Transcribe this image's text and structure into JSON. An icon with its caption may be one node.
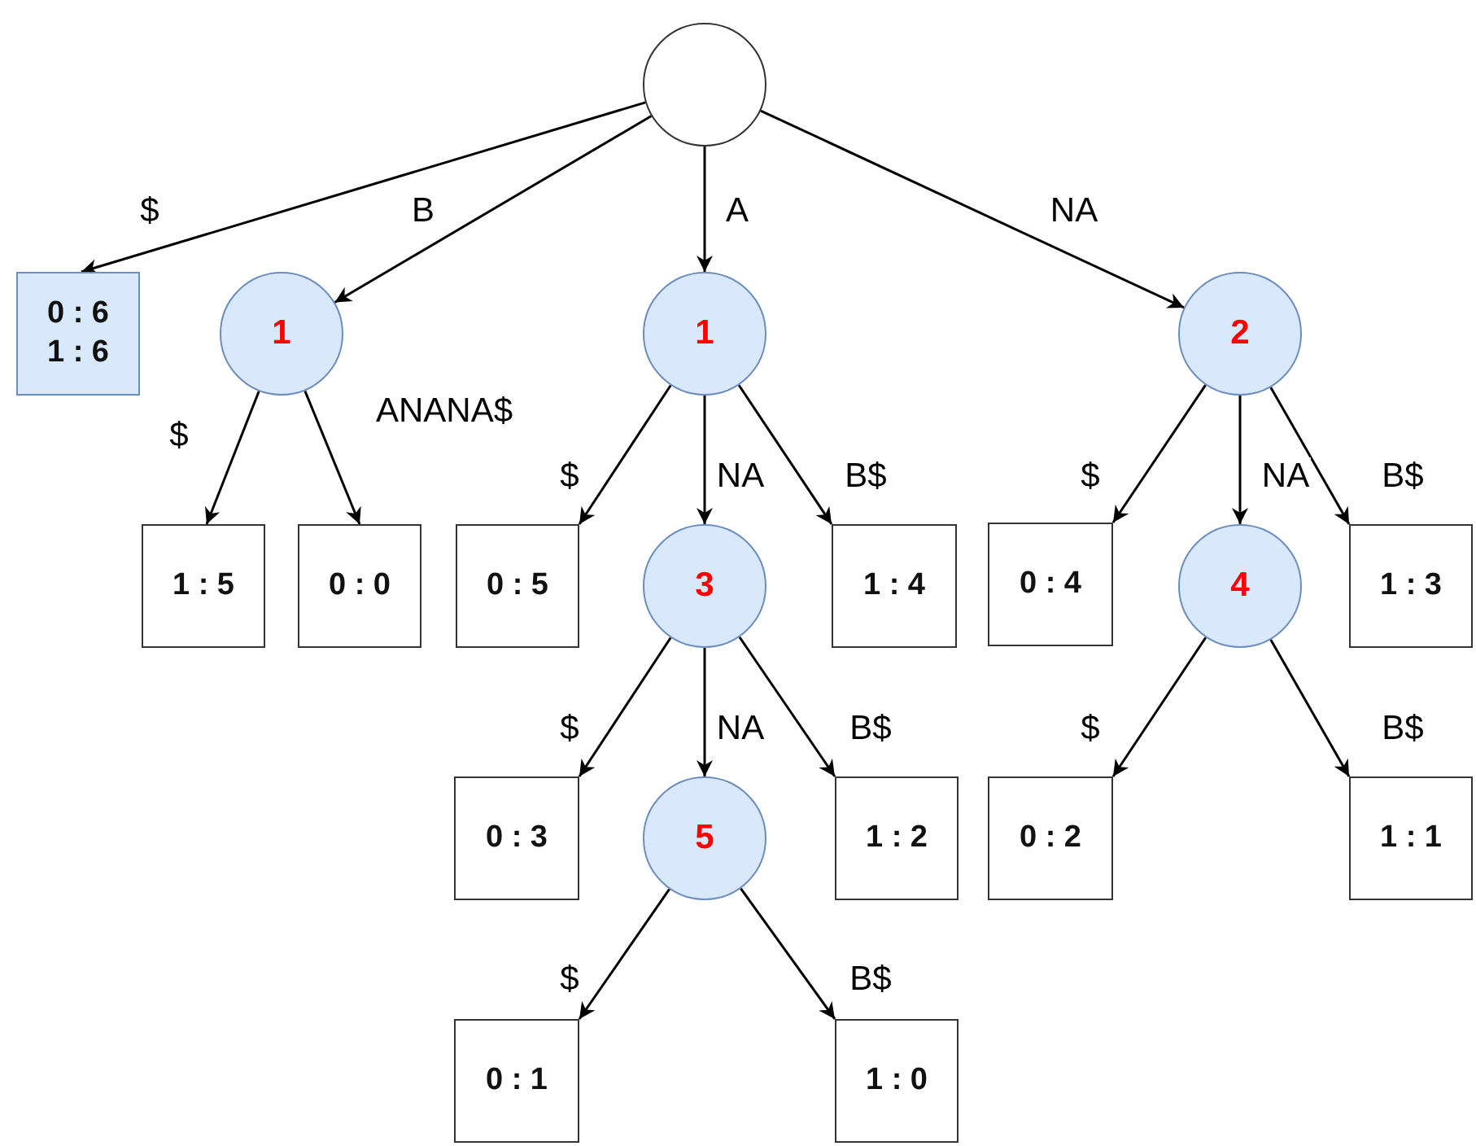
{
  "diagram": {
    "nodes": [
      {
        "text": [],
        "shape": "circle"
      },
      {
        "text": [
          "0 : 6",
          "1 : 6"
        ]
      },
      {
        "text": [
          "1"
        ]
      },
      {
        "text": [
          "1 : 5"
        ]
      },
      {
        "text": [
          "0 : 0"
        ]
      },
      {
        "text": [
          "1"
        ]
      },
      {
        "text": [
          "0 : 5"
        ]
      },
      {
        "text": [
          "3"
        ]
      },
      {
        "text": [
          "1 : 4"
        ]
      },
      {
        "text": [
          "2"
        ]
      },
      {
        "text": [
          "0 : 4"
        ]
      },
      {
        "text": [
          "4"
        ]
      },
      {
        "text": [
          "1 : 3"
        ]
      },
      {
        "text": [
          "0 : 3"
        ]
      },
      {
        "text": [
          "5"
        ]
      },
      {
        "text": [
          "1 : 2"
        ]
      },
      {
        "text": [
          "0 : 2"
        ]
      },
      {
        "text": [
          "1 : 1"
        ]
      },
      {
        "text": [
          "0 : 1"
        ]
      },
      {
        "text": [
          "1 : 0"
        ]
      }
    ],
    "edges": [
      {
        "from": 0,
        "to": 1,
        "arrow": "to",
        "label": "$"
      },
      {
        "from": 0,
        "to": 2,
        "arrow": "to",
        "label": "B"
      },
      {
        "from": 0,
        "to": 5,
        "arrow": "to",
        "label": "A"
      },
      {
        "from": 0,
        "to": 9,
        "arrow": "to",
        "label": "NA"
      },
      {
        "from": 2,
        "to": 3,
        "arrow": "to",
        "label": "$"
      },
      {
        "from": 2,
        "to": 4,
        "arrow": "to",
        "label": "ANANA$"
      },
      {
        "from": 5,
        "to": 6,
        "arrow": "to",
        "label": "$"
      },
      {
        "from": 5,
        "to": 7,
        "arrow": "to",
        "label": "NA"
      },
      {
        "from": 5,
        "to": 8,
        "arrow": "to",
        "label": "B$"
      },
      {
        "from": 9,
        "to": 10,
        "arrow": "to",
        "label": "$"
      },
      {
        "from": 9,
        "to": 11,
        "arrow": "to",
        "label": "NA"
      },
      {
        "from": 9,
        "to": 12,
        "arrow": "to",
        "label": "B$"
      },
      {
        "from": 7,
        "to": 13,
        "arrow": "to",
        "label": "$"
      },
      {
        "from": 7,
        "to": 14,
        "arrow": "to",
        "label": "NA"
      },
      {
        "from": 7,
        "to": 15,
        "arrow": "to",
        "label": "B$"
      },
      {
        "from": 11,
        "to": 16,
        "arrow": "to",
        "label": "$"
      },
      {
        "from": 11,
        "to": 17,
        "arrow": "to",
        "label": "B$"
      },
      {
        "from": 14,
        "to": 18,
        "arrow": "to",
        "label": "$"
      },
      {
        "from": 14,
        "to": 19,
        "arrow": "to",
        "label": "B$"
      }
    ]
  }
}
